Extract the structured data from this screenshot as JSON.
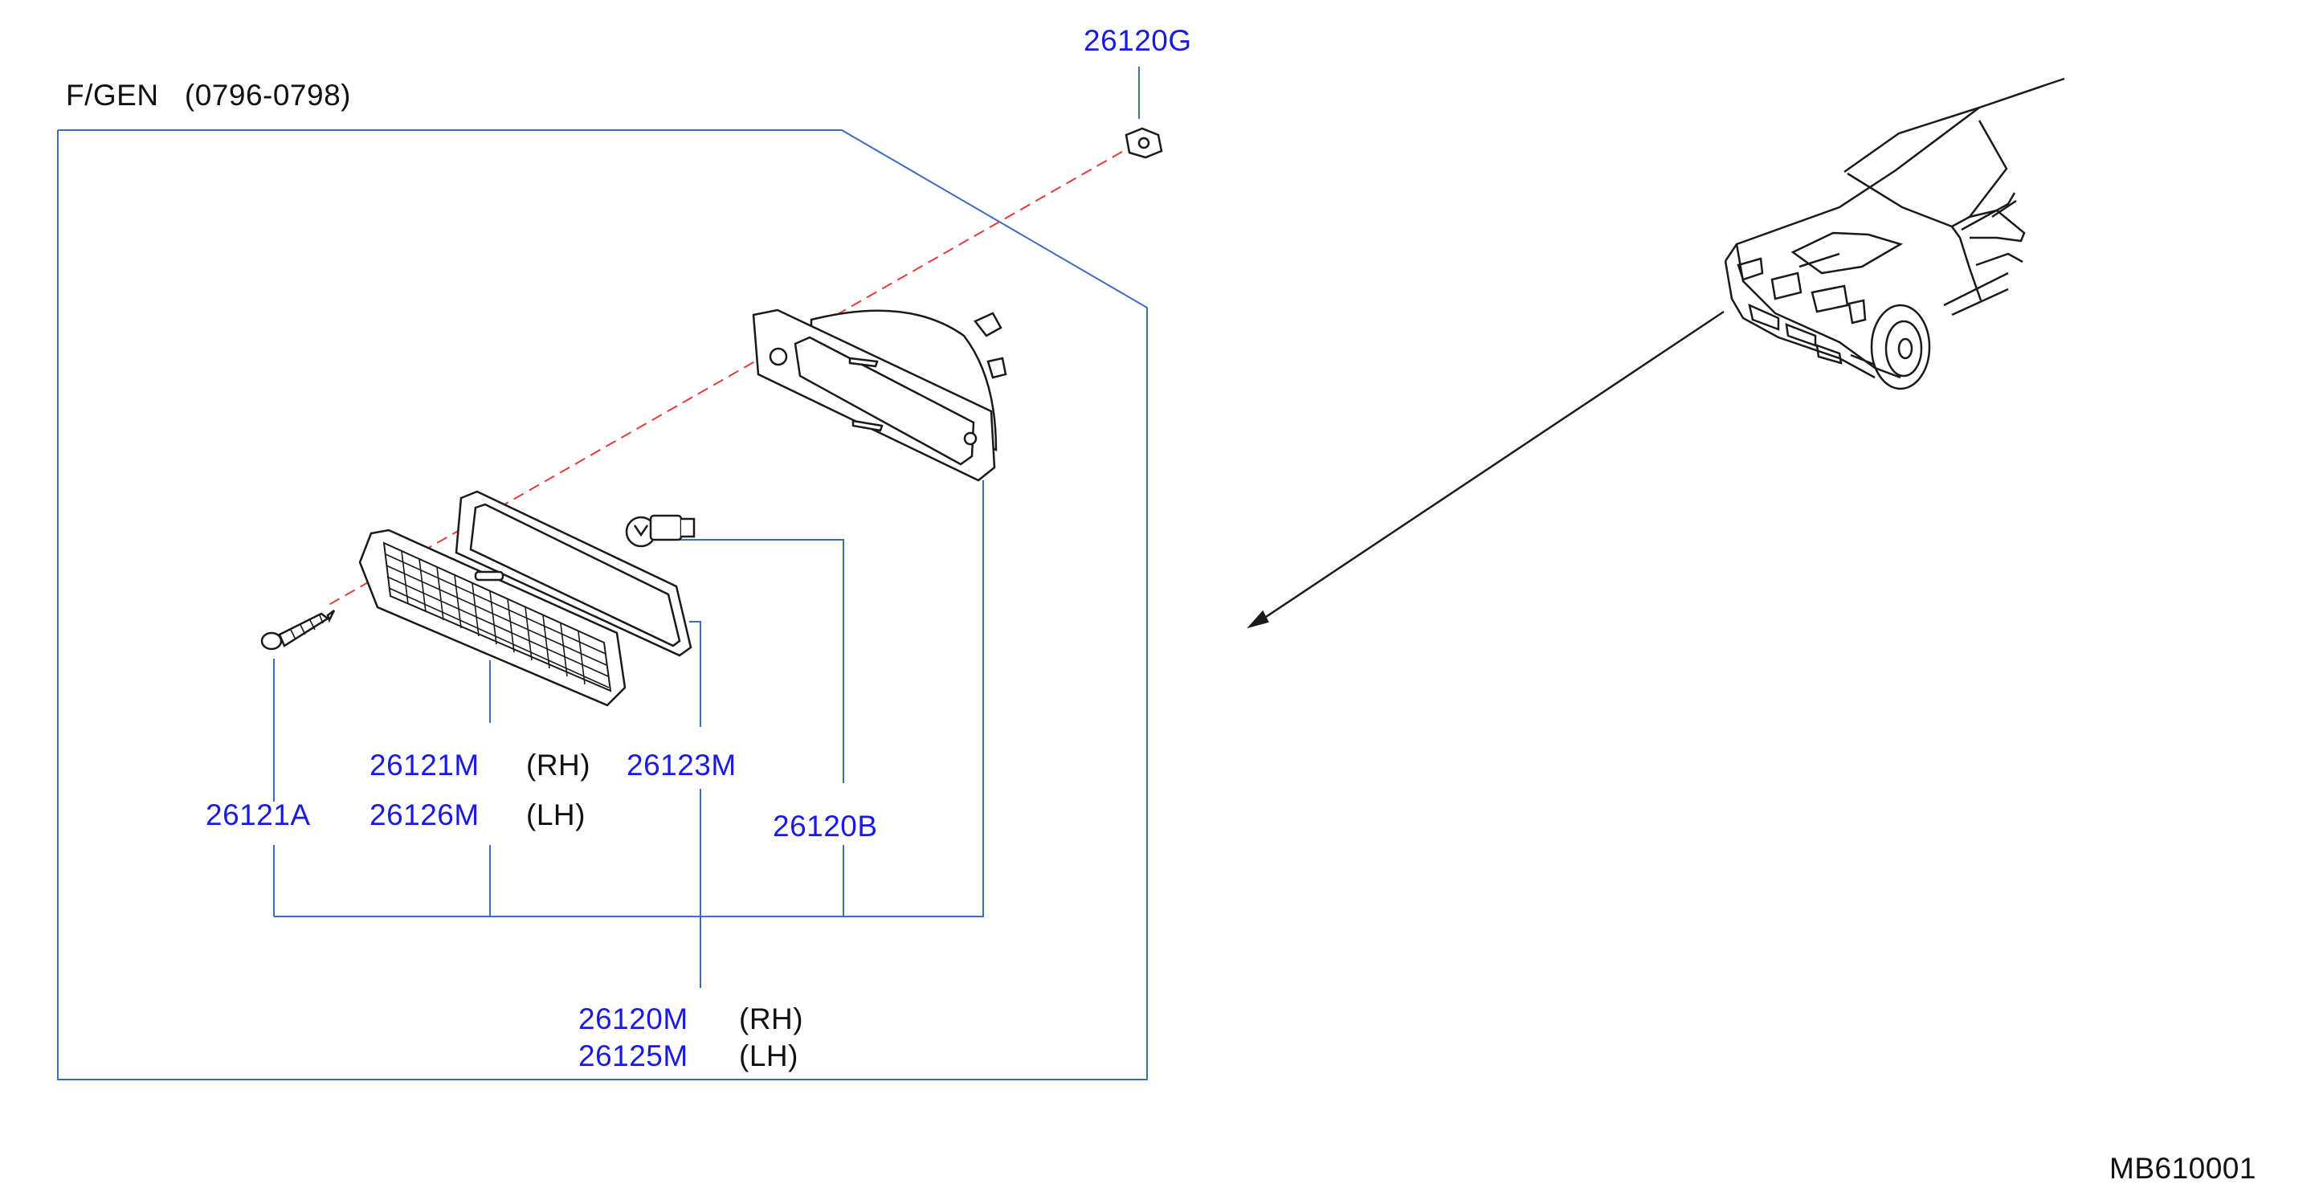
{
  "header": {
    "variant": "F/GEN",
    "date_range": "(0796-0798)"
  },
  "parts": [
    {
      "id": "clip",
      "number": "26120G"
    },
    {
      "id": "lens_rh",
      "number": "26121M",
      "side": "(RH)"
    },
    {
      "id": "lens_lh",
      "number": "26126M",
      "side": "(LH)"
    },
    {
      "id": "gasket",
      "number": "26123M"
    },
    {
      "id": "screw",
      "number": "26121A"
    },
    {
      "id": "bulb",
      "number": "26120B"
    },
    {
      "id": "assy_rh",
      "number": "26120M",
      "side": "(RH)"
    },
    {
      "id": "assy_lh",
      "number": "26125M",
      "side": "(LH)"
    }
  ],
  "diagram_code": "MB610001",
  "colors": {
    "part_number": "#1a1ae6",
    "leader": "#3f6bbf",
    "dashed": "#e23b3b",
    "ink": "#1a1a1a"
  }
}
